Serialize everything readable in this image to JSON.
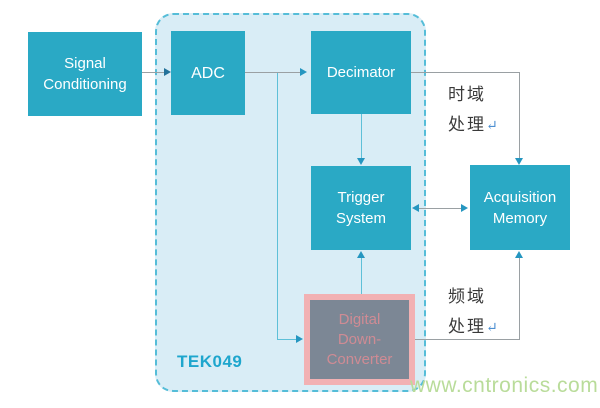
{
  "diagram": {
    "container_label": "TEK049",
    "blocks": {
      "signal_conditioning": {
        "lines": [
          "Signal",
          "Conditioning"
        ]
      },
      "adc": {
        "label": "ADC"
      },
      "decimator": {
        "label": "Decimator"
      },
      "trigger_system": {
        "lines": [
          "Trigger",
          "System"
        ]
      },
      "acquisition_memory": {
        "lines": [
          "Acquisition",
          "Memory"
        ]
      },
      "digital_down_converter": {
        "lines": [
          "Digital",
          "Down-",
          "Converter"
        ]
      }
    },
    "annotations": {
      "time_domain": {
        "line1": "时域",
        "line2": "处理",
        "return_mark": "↵"
      },
      "freq_domain": {
        "line1": "频域",
        "line2": "处理",
        "return_mark": "↵"
      }
    },
    "watermark": "www.cntronics.com",
    "colors": {
      "block_fill": "#2aa9c5",
      "block_text": "#ffffff",
      "container_fill": "#d9edf6",
      "container_border": "#55bdd8",
      "container_label": "#1ea6cd",
      "ddc_border": "#f2b1b3",
      "ddc_fill": "#7c8795",
      "ddc_text": "#cf8b94",
      "connector_gray": "#9aa0a3",
      "connector_teal": "#5ec0d8",
      "arrowhead": "#2596c0",
      "annotation_text": "#3a3a3a",
      "return_mark": "#4d8fd1",
      "watermark": "#b9dc9a"
    }
  }
}
